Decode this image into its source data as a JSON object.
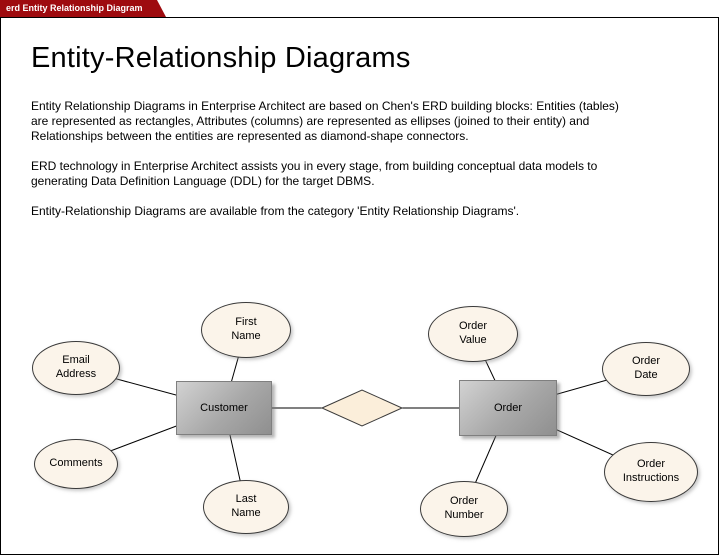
{
  "tab": {
    "label": "erd Entity Relationship Diagram"
  },
  "content": {
    "title": "Entity-Relationship Diagrams",
    "paragraphs": [
      "Entity Relationship Diagrams in Enterprise Architect are based on Chen's ERD building blocks: Entities (tables) are represented as rectangles, Attributes (columns) are represented as ellipses (joined to their entity) and Relationships between the entities are represented as diamond-shape connectors.",
      "ERD technology in Enterprise Architect assists you in every stage, from building conceptual data models to generating Data Definition Language (DDL) for the target DBMS.",
      "Entity-Relationship Diagrams are available from the category 'Entity Relationship Diagrams'."
    ]
  },
  "diagram": {
    "entities": [
      {
        "label": "Customer"
      },
      {
        "label": "Order"
      }
    ],
    "attributes": [
      {
        "label": "Email\nAddress",
        "entity": "Customer"
      },
      {
        "label": "First\nName",
        "entity": "Customer"
      },
      {
        "label": "Comments",
        "entity": "Customer"
      },
      {
        "label": "Last\nName",
        "entity": "Customer"
      },
      {
        "label": "Order\nValue",
        "entity": "Order"
      },
      {
        "label": "Order\nDate",
        "entity": "Order"
      },
      {
        "label": "Order\nNumber",
        "entity": "Order"
      },
      {
        "label": "Order\nInstructions",
        "entity": "Order"
      }
    ],
    "relationship": {
      "shape": "diamond",
      "between": [
        "Customer",
        "Order"
      ]
    },
    "colors": {
      "tab_background": "#9e0b0f",
      "tab_text": "#ffffff",
      "entity_fill": "#a8a8a8",
      "attribute_fill": "#fbf4ea",
      "diamond_fill": "#fbeeda",
      "connector": "#000000"
    }
  }
}
